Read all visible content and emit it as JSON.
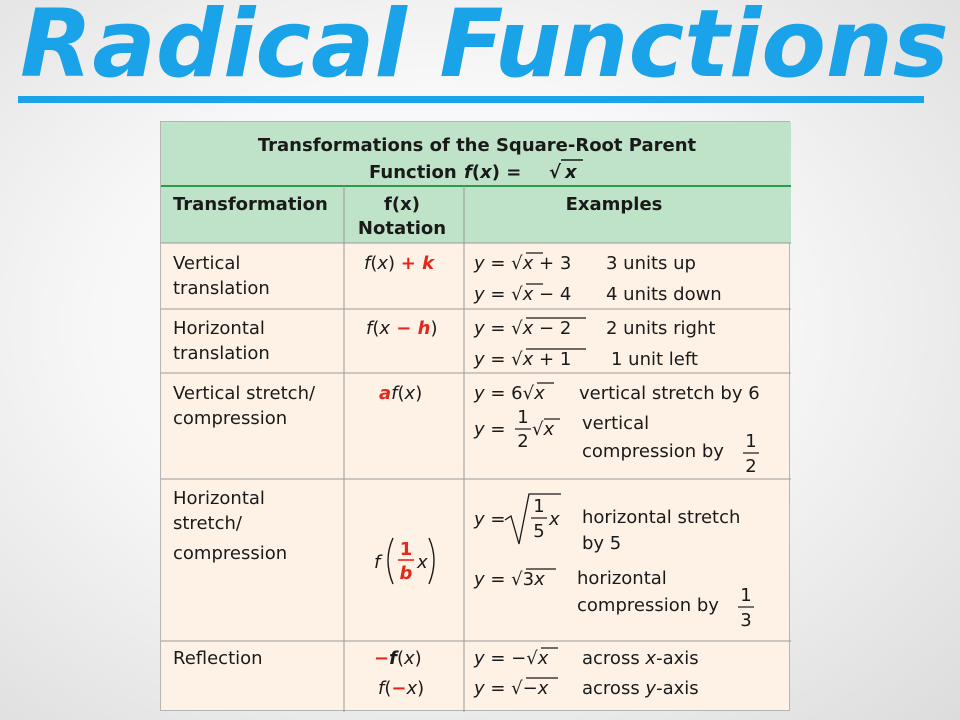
{
  "slide": {
    "title": "Radical Functions"
  },
  "colors": {
    "title": "#1aa3e8",
    "header_bg": "#bfe3c8",
    "body_bg": "#fef1e6",
    "accent_red": "#e3281c",
    "rule": "#2e9a4e"
  },
  "table": {
    "caption_line1": "Transformations of the Square-Root Parent",
    "caption_line2_word": "Function",
    "columns": {
      "transformation": "Transformation",
      "notation_line1": "f(x)",
      "notation_line2": "Notation",
      "examples": "Examples"
    },
    "rows": [
      {
        "label_lines": [
          "Vertical",
          "translation"
        ],
        "notation": "f(x) + k",
        "examples": [
          {
            "equation": "y = √x + 3",
            "description": "3 units up"
          },
          {
            "equation": "y = √x − 4",
            "description": "4 units down"
          }
        ]
      },
      {
        "label_lines": [
          "Horizontal",
          "translation"
        ],
        "notation": "f(x − h)",
        "examples": [
          {
            "equation": "y = √(x − 2)",
            "description": "2 units right"
          },
          {
            "equation": "y = √(x + 1)",
            "description": "1 unit left"
          }
        ]
      },
      {
        "label_lines": [
          "Vertical stretch/",
          "compression"
        ],
        "notation": "af(x)",
        "examples": [
          {
            "equation": "y = 6√x",
            "description": "vertical stretch by 6"
          },
          {
            "equation": "y = (1/2)√x",
            "description_lines": [
              "vertical",
              "compression by"
            ],
            "fraction": "1/2"
          }
        ]
      },
      {
        "label_lines": [
          "Horizontal",
          "stretch/",
          "compression"
        ],
        "notation": "f((1/b)x)",
        "examples": [
          {
            "equation": "y = √((1/5)x)",
            "description_lines": [
              "horizontal stretch",
              "by 5"
            ]
          },
          {
            "equation": "y = √(3x)",
            "description_lines": [
              "horizontal",
              "compression by"
            ],
            "fraction": "1/3"
          }
        ]
      },
      {
        "label_lines": [
          "Reflection"
        ],
        "notation_lines": [
          "−f(x)",
          "f(−x)"
        ],
        "examples": [
          {
            "equation": "y = −√x",
            "description": "across x-axis"
          },
          {
            "equation": "y = √(−x)",
            "description": "across y-axis"
          }
        ]
      }
    ]
  }
}
